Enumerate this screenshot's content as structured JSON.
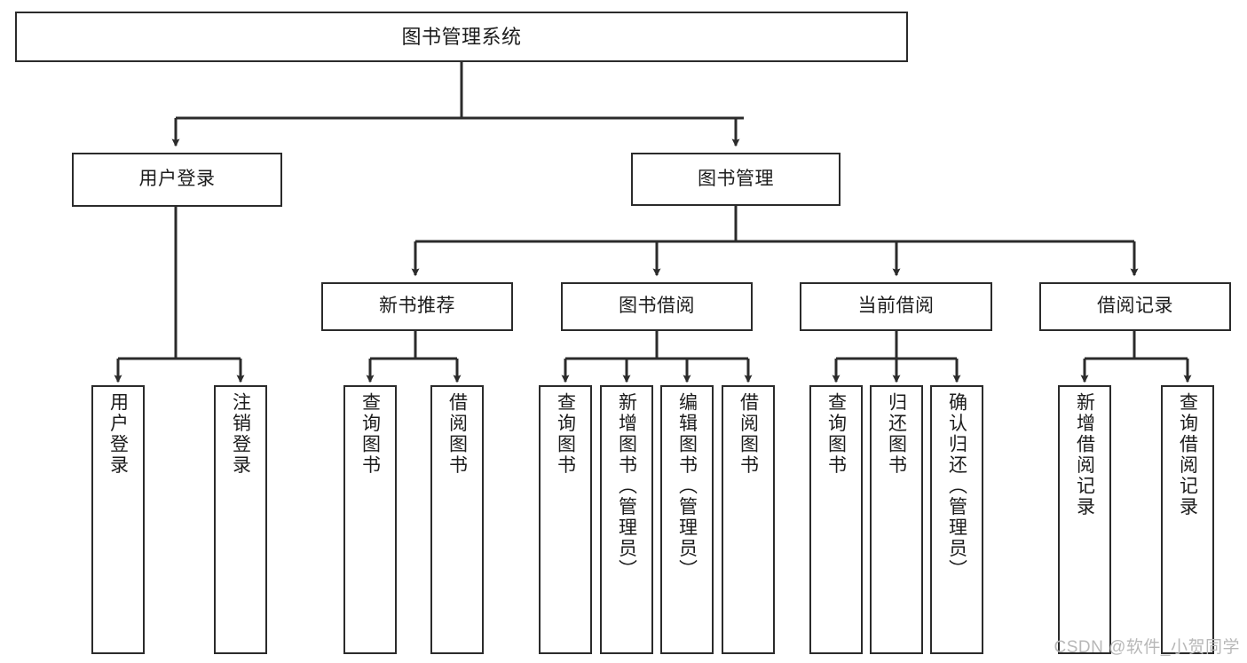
{
  "diagram": {
    "title": "图书管理系统",
    "type": "hierarchy-tree",
    "watermark": "CSDN @软件_小贺同学",
    "colors": {
      "stroke": "#2b2b2b",
      "fill": "#ffffff",
      "text": "#1c1c1c",
      "watermark": "#b8b8b8"
    },
    "root": {
      "label": "图书管理系统"
    },
    "level1": [
      {
        "label": "用户登录"
      },
      {
        "label": "图书管理"
      }
    ],
    "level2": [
      {
        "label": "新书推荐"
      },
      {
        "label": "图书借阅"
      },
      {
        "label": "当前借阅"
      },
      {
        "label": "借阅记录"
      }
    ],
    "leaves": {
      "user_login": [
        {
          "label": "用户登录"
        },
        {
          "label": "注销登录"
        }
      ],
      "new_book_recommend": [
        {
          "label": "查询图书"
        },
        {
          "label": "借阅图书"
        }
      ],
      "book_borrow": [
        {
          "label": "查询图书"
        },
        {
          "label": "新增图书（管理员）"
        },
        {
          "label": "编辑图书（管理员）"
        },
        {
          "label": "借阅图书"
        }
      ],
      "current_borrow": [
        {
          "label": "查询图书"
        },
        {
          "label": "归还图书"
        },
        {
          "label": "确认归还（管理员）"
        }
      ],
      "borrow_record": [
        {
          "label": "新增借阅记录"
        },
        {
          "label": "查询借阅记录"
        }
      ]
    }
  }
}
